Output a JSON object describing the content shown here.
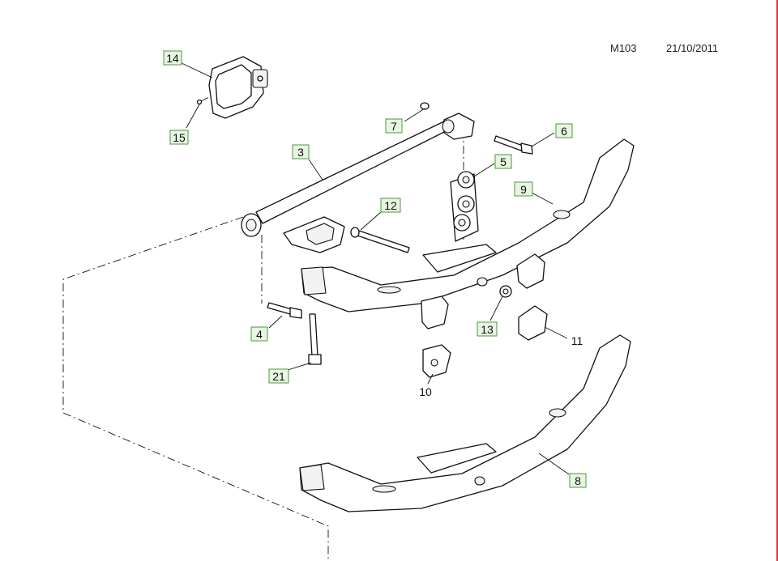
{
  "header": {
    "code": "M103",
    "date": "21/10/2011"
  },
  "callouts": {
    "c14": "14",
    "c15": "15",
    "c7": "7",
    "c6": "6",
    "c3": "3",
    "c5": "5",
    "c9": "9",
    "c12": "12",
    "c4": "4",
    "c13": "13",
    "c11": "11",
    "c21": "21",
    "c10": "10",
    "c8": "8"
  },
  "colors": {
    "callout_fill": "#e8f5e2",
    "callout_stroke": "#4a9a3a",
    "edge": "#d83a3a"
  }
}
